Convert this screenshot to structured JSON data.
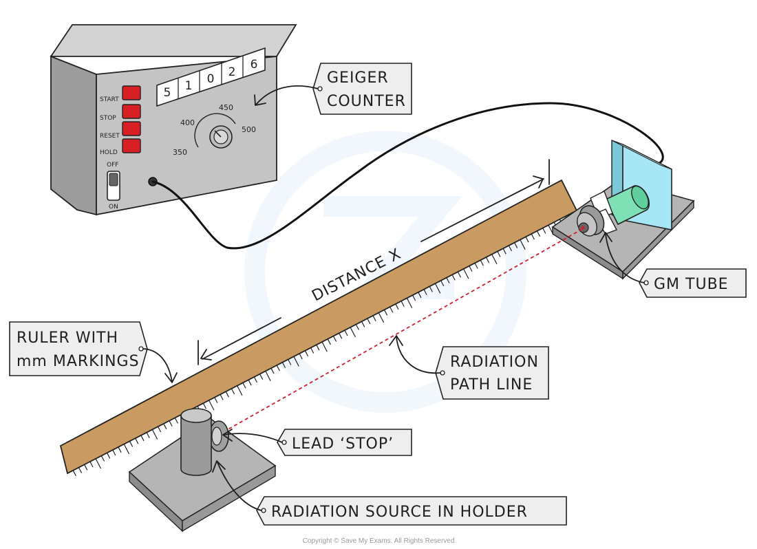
{
  "counter": {
    "digits": [
      "5",
      "1",
      "0",
      "2",
      "6"
    ],
    "buttons": [
      "START",
      "STOP",
      "RESET",
      "HOLD"
    ],
    "switch_off": "OFF",
    "switch_on": "ON",
    "dial_marks": [
      "350",
      "400",
      "450",
      "500"
    ]
  },
  "labels": {
    "geiger_line1": "GEIGER",
    "geiger_line2": "COUNTER",
    "gm_tube": "GM TUBE",
    "ruler_line1": "RULER WITH",
    "ruler_line2": "mm MARKINGS",
    "radiation_path_line1": "RADIATION",
    "radiation_path_line2": "PATH LINE",
    "lead_stop": "LEAD ‘STOP’",
    "source_holder": "RADIATION SOURCE IN HOLDER",
    "distance": "DISTANCE X"
  },
  "copyright": "Copyright © Save My Exams. All Rights Reserved",
  "colors": {
    "ruler": "#c99a62",
    "button_red": "#d81f26",
    "tube_green": "#7fe0b5",
    "screen_blue": "#a6e6f5",
    "metal_grey": "#a9a9a9",
    "radiation_line": "#d01f2e"
  }
}
